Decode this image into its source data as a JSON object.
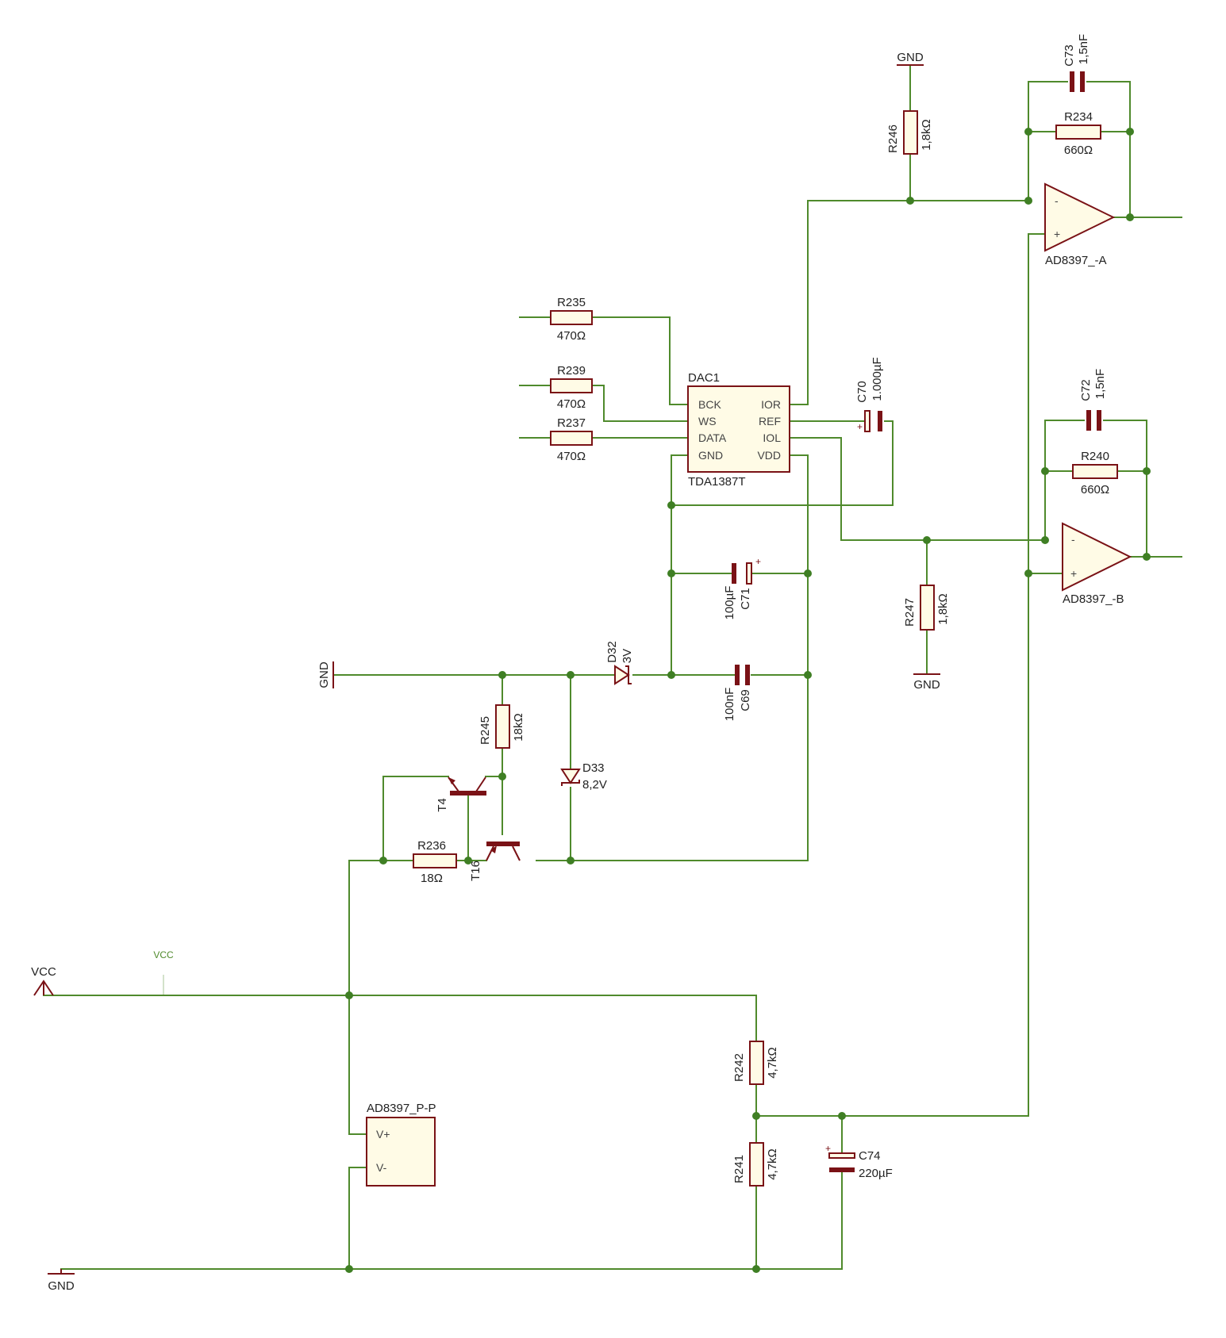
{
  "parts": {
    "dac": {
      "name": "DAC1",
      "value": "TDA1387T",
      "pins": [
        "BCK",
        "WS",
        "DATA",
        "GND",
        "IOR",
        "REF",
        "IOL",
        "VDD"
      ]
    },
    "opa": {
      "name": "AD8397_-A"
    },
    "opb": {
      "name": "AD8397_-B"
    },
    "opp": {
      "name": "AD8397_P-P",
      "pins": [
        "V+",
        "V-"
      ]
    },
    "r235": {
      "name": "R235",
      "value": "470Ω"
    },
    "r239": {
      "name": "R239",
      "value": "470Ω"
    },
    "r237": {
      "name": "R237",
      "value": "470Ω"
    },
    "r246": {
      "name": "R246",
      "value": "1,8kΩ"
    },
    "r234": {
      "name": "R234",
      "value": "660Ω"
    },
    "r240": {
      "name": "R240",
      "value": "660Ω"
    },
    "r247": {
      "name": "R247",
      "value": "1,8kΩ"
    },
    "r245": {
      "name": "R245",
      "value": "18kΩ"
    },
    "r236": {
      "name": "R236",
      "value": "18Ω"
    },
    "r242": {
      "name": "R242",
      "value": "4,7kΩ"
    },
    "r241": {
      "name": "R241",
      "value": "4,7kΩ"
    },
    "c73": {
      "name": "C73",
      "value": "1,5nF"
    },
    "c72": {
      "name": "C72",
      "value": "1,5nF"
    },
    "c70": {
      "name": "C70",
      "value": "1.000µF"
    },
    "c71": {
      "name": "C71",
      "value": "100µF"
    },
    "c69": {
      "name": "C69",
      "value": "100nF"
    },
    "c74": {
      "name": "C74",
      "value": "220µF"
    },
    "d32": {
      "name": "D32",
      "value": "3V"
    },
    "d33": {
      "name": "D33",
      "value": "8,2V"
    },
    "t4": {
      "name": "T4"
    },
    "t16": {
      "name": "T16"
    }
  },
  "supplies": {
    "gnd": "GND",
    "vcc": "VCC",
    "vcc_net": "VCC"
  },
  "symbols": {
    "plus": "+",
    "minus": "-"
  }
}
